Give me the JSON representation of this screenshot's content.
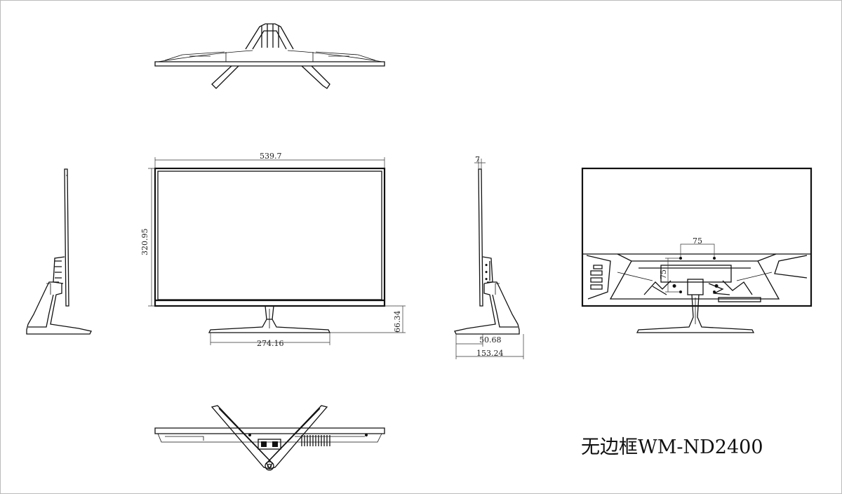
{
  "dimensions": {
    "screen_width": "539.7",
    "screen_height": "320.95",
    "base_width": "274.16",
    "base_height": "66.34",
    "panel_depth": "7",
    "neck_depth": "50.68",
    "base_depth": "153.24",
    "vesa_horizontal": "75",
    "vesa_vertical": "75"
  },
  "model_label": "无边框WM-ND2400"
}
